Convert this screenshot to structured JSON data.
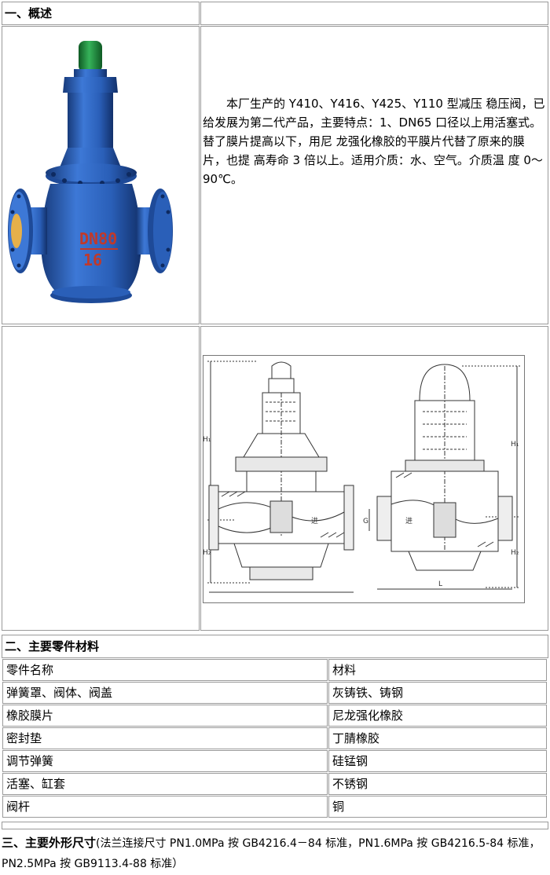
{
  "section1": {
    "title": "一、概述",
    "intro": "本厂生产的 Y410、Y416、Y425、Y110 型减压 稳压阀，已给发展为第二代产品，主要特点：1、DN65 口径以上用活塞式。替了膜片提高以下，用尼 龙强化橡胶的平膜片代替了原来的膜片，也提 高寿命 3 倍以上。适用介质：水、空气。介质温 度 0～90℃。",
    "valve_marking_top": "DN80",
    "valve_marking_bottom": "16"
  },
  "drawing": {
    "labels": {
      "h1_left": "H₁",
      "h2_left": "H₂",
      "h1_right": "H₁",
      "h2_right": "H₂",
      "g": "G",
      "in_left": "进",
      "in_right": "进",
      "l": "L"
    }
  },
  "section2": {
    "title": "二、主要零件材料",
    "rows": [
      [
        "零件名称",
        "材料"
      ],
      [
        "弹簧罩、阀体、阀盖",
        "灰铸铁、铸钢"
      ],
      [
        "橡胶膜片",
        "尼龙强化橡胶"
      ],
      [
        "密封垫",
        "丁腈橡胶"
      ],
      [
        "调节弹簧",
        "硅锰钢"
      ],
      [
        "活塞、缸套",
        "不锈钢"
      ],
      [
        "阀杆",
        "铜"
      ]
    ]
  },
  "section3": {
    "title": "三、主要外形尺寸",
    "note": "(法兰连接尺寸 PN1.0MPa 按 GB4216.4－84 标准，PN1.6MPa 按 GB4216.5-84 标准，PN2.5MPa 按 GB9113.4-88 标准）"
  },
  "colors": {
    "border": "#9a9a9a",
    "valve_blue": "#2a5fb8",
    "cap_green": "#1f8a3a",
    "marking_red": "#c0392b"
  }
}
